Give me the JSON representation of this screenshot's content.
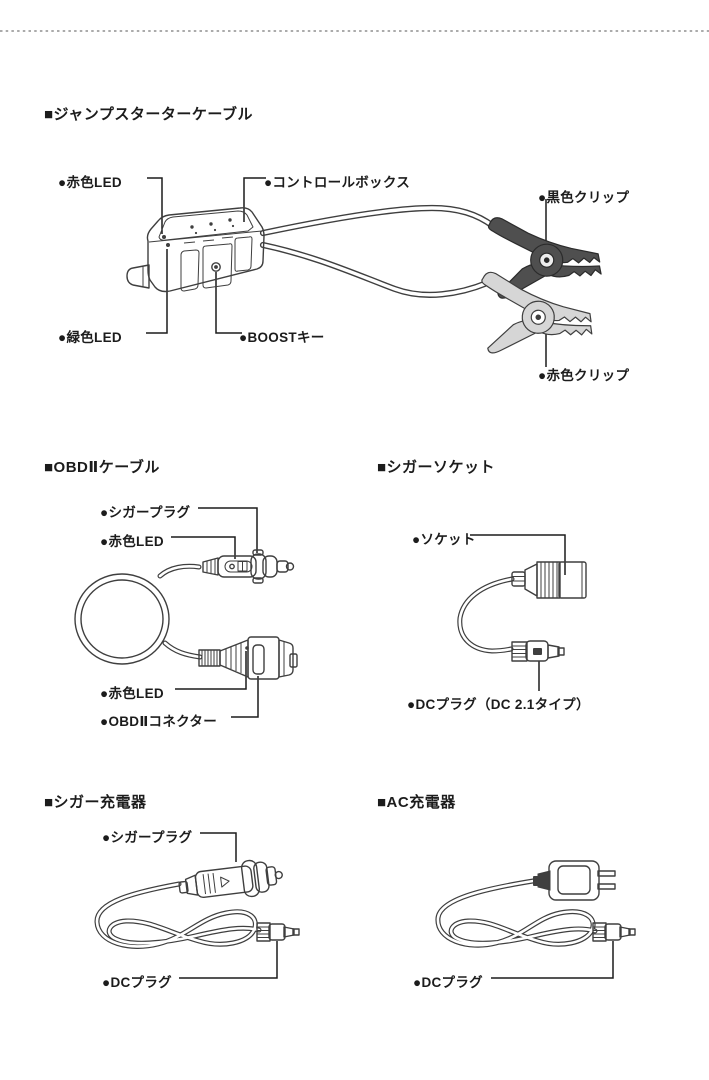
{
  "art": {
    "background": "#ffffff",
    "outline_color": "#3f3f3f",
    "text_color": "#1c1c1c",
    "divider_color": "#ababab",
    "black_clip_fill": "#4f4f4f",
    "red_clip_fill": "#d6d6d6"
  },
  "sections": {
    "jump_starter_cable": {
      "title": "■ジャンプスターターケーブル",
      "labels": {
        "red_led": "●赤色LED",
        "control_box": "●コントロールボックス",
        "black_clip": "●黒色クリップ",
        "green_led": "●緑色LED",
        "boost_key": "●BOOSTキー",
        "red_clip": "●赤色クリップ"
      }
    },
    "obd2_cable": {
      "title": "■OBDⅡケーブル",
      "labels": {
        "cigar_plug": "●シガープラグ",
        "red_led_plug": "●赤色LED",
        "red_led_connector": "●赤色LED",
        "obd2_connector": "●OBDⅡコネクター"
      }
    },
    "cigar_socket": {
      "title": "■シガーソケット",
      "labels": {
        "socket": "●ソケット",
        "dc_plug": "●DCプラグ（DC 2.1タイプ）"
      }
    },
    "cigar_charger": {
      "title": "■シガー充電器",
      "labels": {
        "cigar_plug": "●シガープラグ",
        "dc_plug": "●DCプラグ"
      }
    },
    "ac_charger": {
      "title": "■AC充電器",
      "labels": {
        "dc_plug": "●DCプラグ"
      }
    }
  }
}
